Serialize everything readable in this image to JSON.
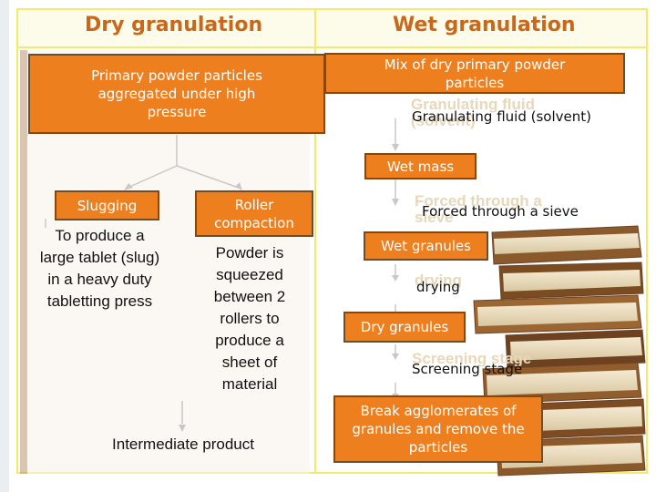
{
  "headers": {
    "dry": "Dry granulation",
    "wet": "Wet granulation"
  },
  "dry": {
    "primary": "Primary powder particles aggregated under high pressure",
    "slugging": "Slugging",
    "roller": "Roller compaction",
    "slugging_desc": "To produce a large tablet (slug) in a heavy duty tabletting press",
    "roller_desc": "Powder is squeezed between 2 rollers to produce a sheet of material",
    "intermediate": "Intermediate product"
  },
  "wet": {
    "mix": "Mix of dry primary powder particles",
    "fluid": "Granulating fluid (solvent)",
    "wet_mass": "Wet mass",
    "sieve": "Forced through a sieve",
    "wet_granules": "Wet granules",
    "drying": "drying",
    "dry_granules": "Dry granules",
    "screening": "Screening stage",
    "break": "Break agglomerates of granules and remove the particles"
  },
  "colors": {
    "box_fill": "#ee7f1f",
    "header_text": "#c8681c",
    "frame": "#f1ea6a"
  }
}
